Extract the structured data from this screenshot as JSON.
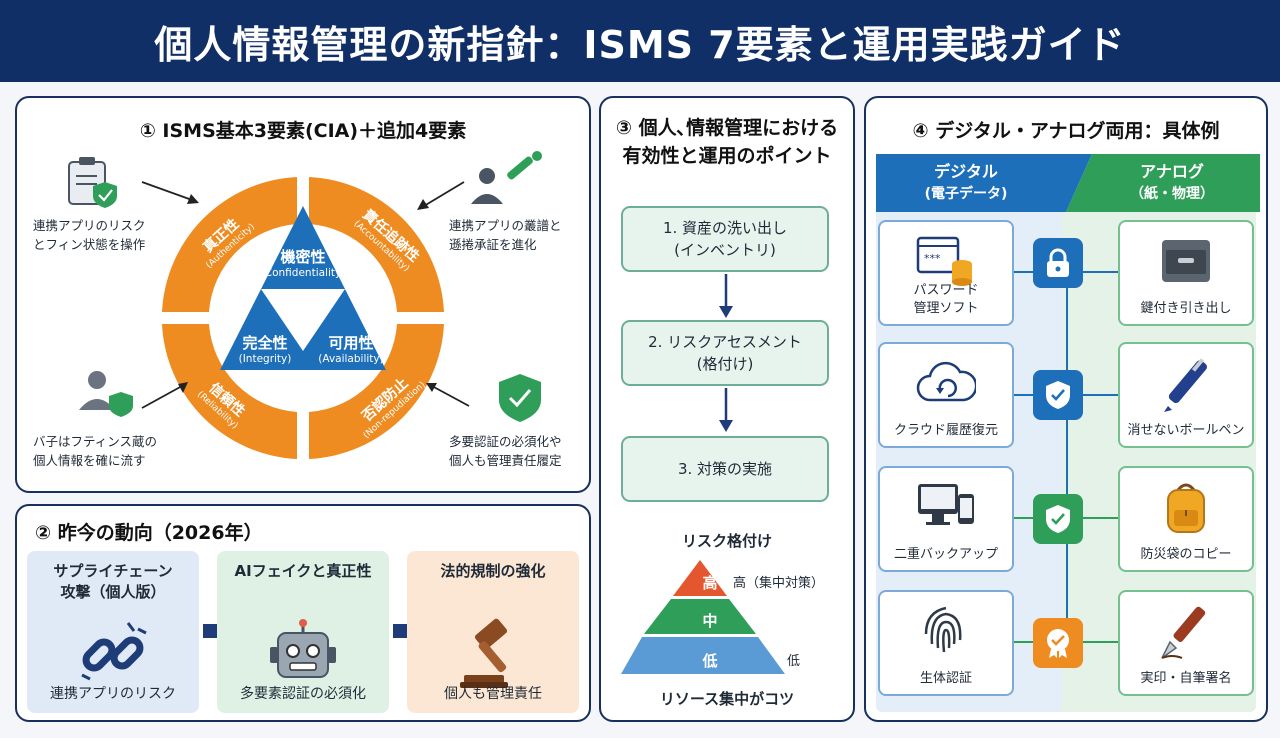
{
  "title": "個人情報管理の新指針：ISMS 7要素と運用実践ガイド",
  "panel1": {
    "title": "① ISMS基本3要素(CIA)＋追加4要素",
    "cia": [
      {
        "name": "機密性",
        "en": "(Confidentiality)"
      },
      {
        "name": "完全性",
        "en": "(Integrity)"
      },
      {
        "name": "可用性",
        "en": "(Availability)"
      }
    ],
    "ring": [
      {
        "name": "真正性",
        "en": "(Authenticity)"
      },
      {
        "name": "責任追跡性",
        "en": "(Accountability)"
      },
      {
        "name": "信頼性",
        "en": "(Reliability)"
      },
      {
        "name": "否認防止",
        "en": "(Non-repudiation)"
      }
    ],
    "notes": [
      {
        "line1": "連携アプリのリスク",
        "line2": "とフィン状態を操作"
      },
      {
        "line1": "連携アプリの叢譜と",
        "line2": "遜捲承証を進化"
      },
      {
        "line1": "バ子はフティンス蔵の",
        "line2": "個人情報を確に流す"
      },
      {
        "line1": "多要認証の必須化や",
        "line2": "個人も管理責任履定"
      }
    ]
  },
  "panel2": {
    "title": "② 昨今の動向（2026年）",
    "cards": [
      {
        "head1": "サプライチェーン",
        "head2": "攻撃（個人版）",
        "foot": "連携アプリのリスク"
      },
      {
        "head1": "AIフェイクと真正性",
        "head2": "",
        "foot": "多要素認証の必須化"
      },
      {
        "head1": "法的規制の強化",
        "head2": "",
        "foot": "個人も管理責任"
      }
    ]
  },
  "panel3": {
    "title1": "③ 個人､情報管理における",
    "title2": "有効性と運用のポイント",
    "steps": [
      {
        "line1": "1. 資産の洗い出し",
        "line2": "(インベントリ)"
      },
      {
        "line1": "2. リスクアセスメント",
        "line2": "(格付け)"
      },
      {
        "line1": "3. 対策の実施",
        "line2": ""
      }
    ],
    "rank_title": "リスク格付け",
    "levels": [
      "高",
      "中",
      "低"
    ],
    "high_note": "高（集中対策）",
    "low_note": "低",
    "footer": "リソース集中がコツ"
  },
  "panel4": {
    "title": "④ デジタル・アナログ両用：具体例",
    "digital": {
      "l1": "デジタル",
      "l2": "(電子データ)"
    },
    "analog": {
      "l1": "アナログ",
      "l2": "（紙・物理）"
    },
    "rows": [
      {
        "d1": "パスワード",
        "d2": "管理ソフト",
        "a": "鍵付き引き出し"
      },
      {
        "d1": "クラウド履歴復元",
        "d2": "",
        "a": "消せないボールペン"
      },
      {
        "d1": "二重バックアップ",
        "d2": "",
        "a": "防災袋のコピー"
      },
      {
        "d1": "生体認証",
        "d2": "",
        "a": "実印・自筆署名"
      }
    ]
  },
  "colors": {
    "navy": "#102f66",
    "orange": "#ee8c22",
    "blue": "#1e6fba",
    "green": "#2f9e58"
  }
}
